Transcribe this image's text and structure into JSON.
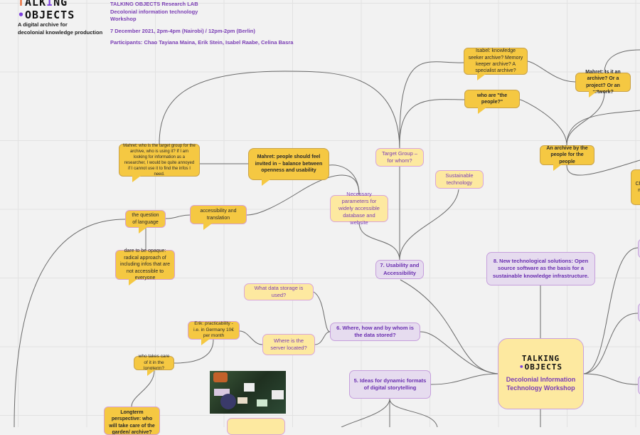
{
  "header": {
    "logo_text": "TALKING OBJECTS",
    "tagline_line1": "A digital archive for",
    "tagline_line2": "decolonial knowledge production",
    "lab": "TALKING OBJECTS Research LAB",
    "workshop_line1": "Decolonial information technology",
    "workshop_line2": "Workshop",
    "date": "7 December 2021, 2pm-4pm (Nairobi) / 12pm-2pm (Berlin)",
    "participants": "Participants: Chao Tayiana Maina, Erik Stein, Isabel Raabe, Celina Basra"
  },
  "central": {
    "logo_line1": "TALKING",
    "logo_line2": "OBJECTS",
    "title": "Decolonial Information Technology Workshop"
  },
  "topics": {
    "t5": "5. Ideas for dynamic formats of digital storytelling",
    "t6": "6. Where, how and by whom is the data stored?",
    "t7": "7. Usability and Accessibility",
    "t8": "8.  New technological solutions: Open source software as the basis for a sustainable knowledge infrastructure."
  },
  "subtopics": {
    "target_group": "Target Group – for whom?",
    "sustainable": "Sustainable technology",
    "parameters": "Necessary parameters for widely accessible database and website",
    "data_storage": "What data storage is used?",
    "server": "Where is the server located?"
  },
  "comments": {
    "isabel": "Isabel: knowledge seeker archive? Memory keeper archive? A specialist archive?",
    "who_people": "who are \"the people?\"",
    "mahret_archive": "Mahret: Is it an archive? Or a project? Or an artwork?",
    "by_people": "An archive by the people for the people",
    "mahret_target": "Mahret: who is the target group for the archive, who is using it? If I am looking for information as a researcher, I would be quite annoyed if I cannot use it to find the infos I need.",
    "mahret_invited": "Mahret: people should feel invited in – balance between openness and usability",
    "accessibility": "accessibility and translation",
    "language": "the question of language",
    "opaque": "dare to be opaque: radical approach of including infos that are not accessible to everyone",
    "erik": "Erik: practicability - i.e. in Germany 10€ per month",
    "longterm_q": "who takes care of it in the longterm?",
    "longterm": "Longterm perspective: who will take care of the garden/ archive? How",
    "cut_right": "Ch ar mu"
  }
}
